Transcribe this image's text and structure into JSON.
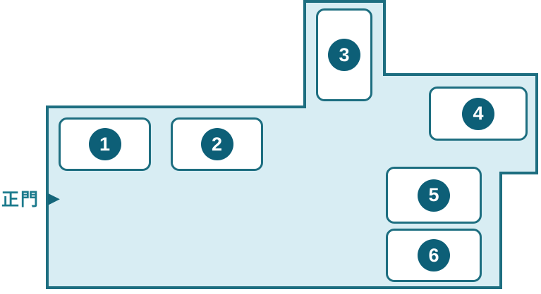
{
  "map": {
    "gate": {
      "label": "正門",
      "arrow_icon": "▶"
    },
    "rooms": [
      {
        "id": "room-1",
        "label": "1"
      },
      {
        "id": "room-2",
        "label": "2"
      },
      {
        "id": "room-3",
        "label": "3"
      },
      {
        "id": "room-4",
        "label": "4"
      },
      {
        "id": "room-5",
        "label": "5"
      },
      {
        "id": "room-6",
        "label": "6"
      }
    ],
    "colors": {
      "area_fill": "#d8edf3",
      "area_outline": "#1d6e80",
      "badge_fill": "#0d5f77",
      "badge_text": "#ffffff",
      "gate_text": "#1b7a8c"
    }
  }
}
